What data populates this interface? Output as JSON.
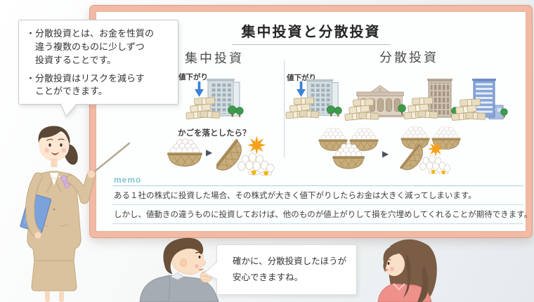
{
  "teacher_bubble": {
    "lines": [
      "・分散投資とは、お金を性質の",
      "違う複数のものに少しずつ",
      "投資することです。",
      "・分散投資はリスクを減らす",
      "ことができます。"
    ]
  },
  "whiteboard": {
    "title": "集中投資と分散投資",
    "concentrated": {
      "heading": "集中投資",
      "price_drop_label": "値下がり",
      "basket_question": "かごを落としたら？"
    },
    "diversified": {
      "heading": "分散投資",
      "price_drop_label": "値下がり"
    },
    "memo": {
      "label": "memo",
      "lines": [
        "ある１社の株式に投資した場合、その株式が大きく値下がりしたらお金は大きく減ってしまいます。",
        "しかし、値動きの違うものに投資しておけば、他のものが値上がりして損を穴埋めしてくれることが期待できます。"
      ]
    }
  },
  "student_bubble": {
    "lines": [
      "確かに、分散投資したほうが",
      "安心できますね。"
    ]
  },
  "icons": {
    "transition_arrow": "▶",
    "price_drop_arrow": "down-arrow"
  },
  "colors": {
    "frame_pink": "#f2b9a4",
    "arrow_blue": "#3b82d6",
    "memo_teal": "#7fc4cf",
    "burst_orange": "#f6a11d"
  }
}
